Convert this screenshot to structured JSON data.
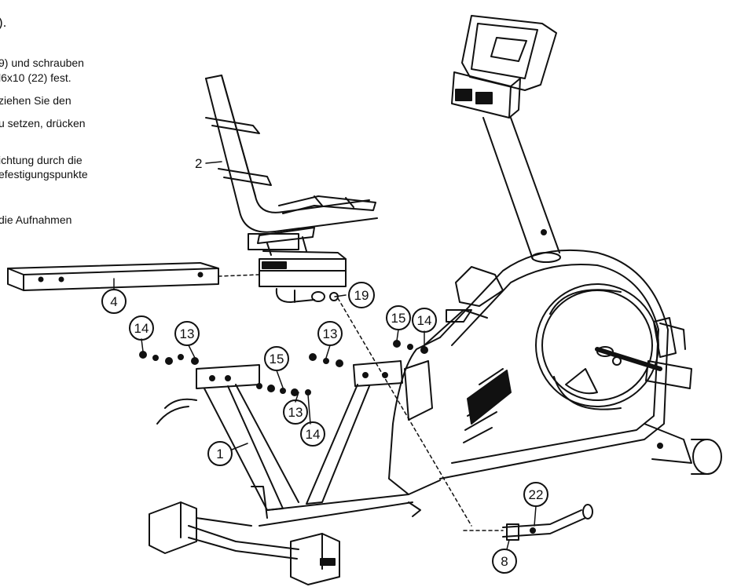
{
  "instructions": {
    "heading_fragment": ").",
    "lines": [
      "9) und schrauben",
      "l6x10 (22) fest.",
      "ziehen  Sie  den",
      "u  setzen,  drücken",
      "ichtung durch die",
      "efestigungspunkte",
      "die Aufnahmen"
    ]
  },
  "part_labels": {
    "p2": "2",
    "p4": "4",
    "p19": "19",
    "p14_left": "14",
    "p13_left": "13",
    "p13_center": "13",
    "p15_center": "15",
    "p15_right": "15",
    "p14_right": "14",
    "p13_lower": "13",
    "p14_lower": "14",
    "p1": "1",
    "p22": "22",
    "p8": "8"
  }
}
